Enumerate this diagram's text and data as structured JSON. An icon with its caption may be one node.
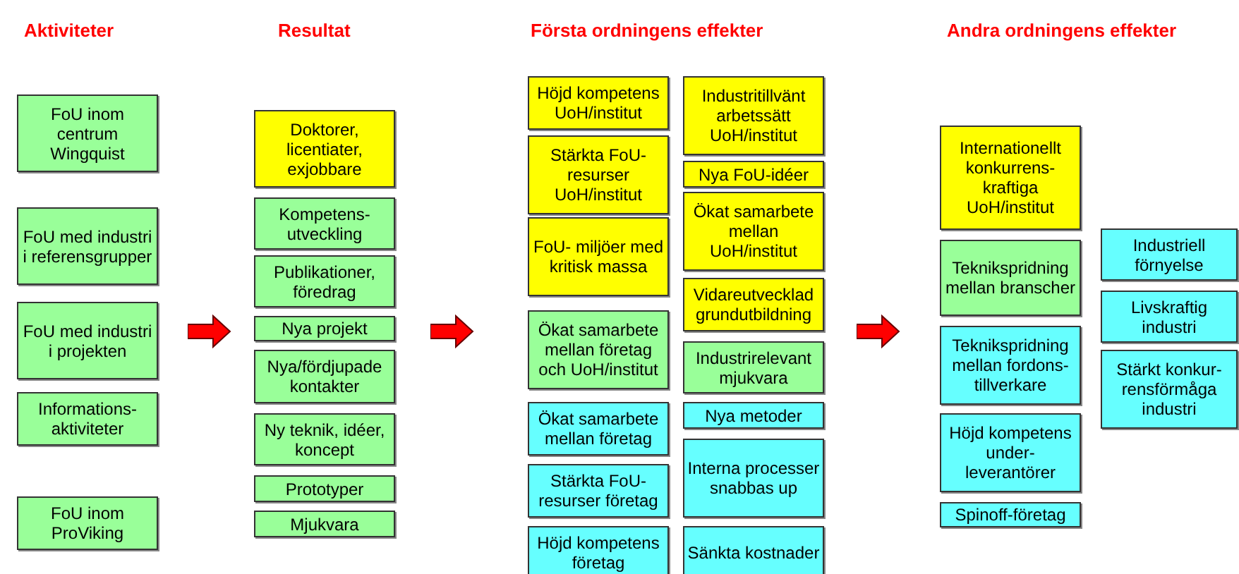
{
  "diagram": {
    "nodes": [
      {
        "text": [
          "Aktiviteter"
        ]
      },
      {
        "text": [
          "FoU inom centrum Wingquist"
        ],
        "in": 0
      },
      {
        "text": [
          "FoU med industri i referensgrupper"
        ],
        "in": 0
      },
      {
        "text": [
          "FoU med industri i projekten"
        ],
        "in": 0
      },
      {
        "text": [
          "Informations- aktiviteter"
        ],
        "in": 0
      },
      {
        "text": [
          "FoU inom ProViking"
        ],
        "in": 0
      },
      {
        "text": [
          "Resultat"
        ]
      },
      {
        "text": [
          "Doktorer, licentiater, exjobbare"
        ],
        "in": 6
      },
      {
        "text": [
          "Kompetens- utveckling"
        ],
        "in": 6
      },
      {
        "text": [
          "Publikationer, föredrag"
        ],
        "in": 6
      },
      {
        "text": [
          "Nya projekt"
        ],
        "in": 6
      },
      {
        "text": [
          "Nya/fördjupade kontakter"
        ],
        "in": 6
      },
      {
        "text": [
          "Ny teknik, idéer, koncept"
        ],
        "in": 6
      },
      {
        "text": [
          "Prototyper"
        ],
        "in": 6
      },
      {
        "text": [
          "Mjukvara"
        ],
        "in": 6
      },
      {
        "text": [
          "Första ordningens effekter"
        ]
      },
      {
        "text": [
          "Höjd kompetens UoH/institut"
        ],
        "in": 15
      },
      {
        "text": [
          "Stärkta FoU- resurser UoH/institut"
        ],
        "in": 15
      },
      {
        "text": [
          "FoU- miljöer med kritisk massa"
        ],
        "in": 15
      },
      {
        "text": [
          "Ökat samarbete mellan företag och UoH/institut"
        ],
        "in": 15
      },
      {
        "text": [
          "Ökat samarbete mellan företag"
        ],
        "in": 15
      },
      {
        "text": [
          "Stärkta FoU- resurser företag"
        ],
        "in": 15
      },
      {
        "text": [
          "Höjd kompetens företag"
        ],
        "in": 15
      },
      {
        "text": [
          "Industritillvänt arbetssätt UoH/institut"
        ],
        "in": 15
      },
      {
        "text": [
          "Nya FoU-idéer"
        ],
        "in": 15
      },
      {
        "text": [
          "Ökat samarbete mellan UoH/institut"
        ],
        "in": 15
      },
      {
        "text": [
          "Vidareutvecklad grundutbildning"
        ],
        "in": 15
      },
      {
        "text": [
          "Industrirelevant mjukvara"
        ],
        "in": 15
      },
      {
        "text": [
          "Nya metoder"
        ],
        "in": 15
      },
      {
        "text": [
          "Interna processer snabbas up"
        ],
        "in": 15
      },
      {
        "text": [
          "Sänkta kostnader"
        ],
        "in": 15
      },
      {
        "text": [
          "Andra ordningens effekter"
        ]
      },
      {
        "text": [
          "Internationellt konkurrens- kraftiga UoH/institut"
        ],
        "in": 31
      },
      {
        "text": [
          "Teknikspridning mellan branscher"
        ],
        "in": 31
      },
      {
        "text": [
          "Teknikspridning mellan fordons- tillverkare"
        ],
        "in": 31
      },
      {
        "text": [
          "Höjd kompetens under- leverantörer"
        ],
        "in": 31
      },
      {
        "text": [
          "Spinoff-företag"
        ],
        "in": 31
      },
      {
        "text": [
          "Industriell förnyelse"
        ],
        "in": 31
      },
      {
        "text": [
          "Livskraftig industri"
        ],
        "in": 31
      },
      {
        "text": [
          "Stärkt konkur- rensförmåga industri"
        ],
        "in": 31
      }
    ],
    "edges": [
      {
        "from": 0,
        "to": 6,
        "arrow": "to"
      },
      {
        "from": 6,
        "to": 15,
        "arrow": "to"
      },
      {
        "from": 15,
        "to": 31,
        "arrow": "to"
      }
    ]
  }
}
